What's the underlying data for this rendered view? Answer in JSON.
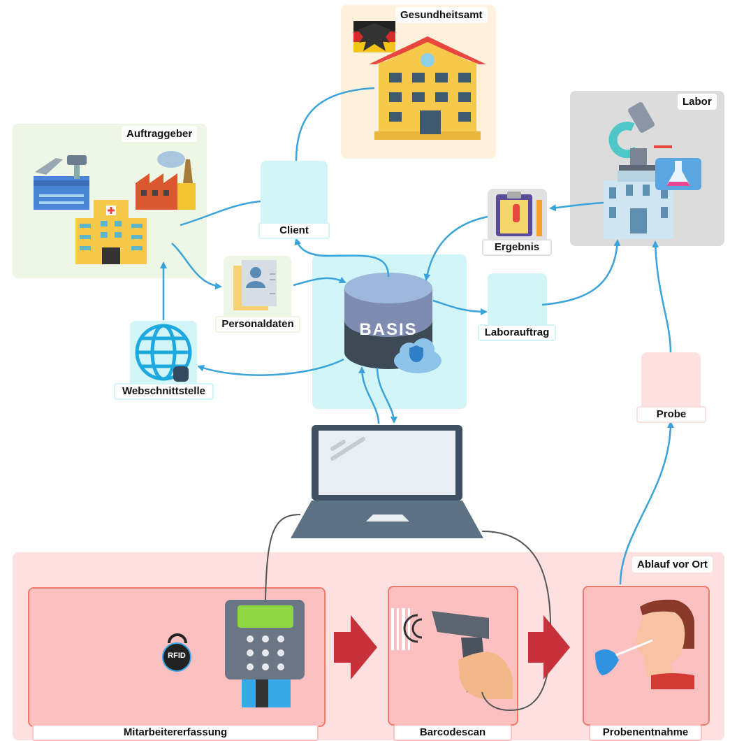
{
  "groups": {
    "gesundheitsamt": "Gesundheitsamt",
    "auftraggeber": "Auftraggeber",
    "labor": "Labor",
    "vor_ort": "Ablauf vor Ort"
  },
  "nodes": {
    "client": "Client",
    "ergebnis": "Ergebnis",
    "personaldaten": "Personaldaten",
    "laborauftrag": "Laborauftrag",
    "webschnittstelle": "Webschnittstelle",
    "probe": "Probe",
    "mitarbeitererfassung": "Mitarbeitererfassung",
    "barcodescan": "Barcodescan",
    "probenentnahme": "Probenentnahme"
  },
  "database": {
    "name": "BASIS"
  },
  "badges": {
    "rfid": "RFID"
  },
  "colors": {
    "arrow": "#3aa3d9",
    "cable": "#555555",
    "flow_arrow": "#c8303a",
    "onsite_bg": "#fde0e0",
    "step_bg": "#fcc0c0",
    "step_border": "#f07a6a",
    "teal": "#d2f6f8",
    "amt_bg": "#fff1dc",
    "client_bg": "#eef7e6",
    "labor_bg": "#dcdcdc"
  },
  "icons": [
    "federal-eagle-icon",
    "health-office-building-icon",
    "airport-icon",
    "factory-icon",
    "hospital-icon",
    "microscope-icon",
    "lab-building-icon",
    "flask-icon",
    "clipboard-icon",
    "document-person-icon",
    "globe-icon",
    "database-icon",
    "cloud-shield-icon",
    "laptop-icon",
    "card-terminal-icon",
    "rfid-tag-icon",
    "barcode-scanner-icon",
    "swab-test-icon"
  ]
}
